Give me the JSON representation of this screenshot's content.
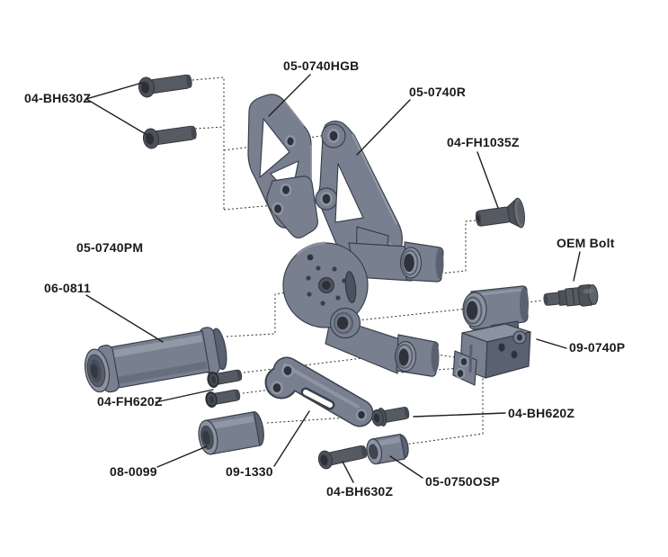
{
  "diagram": {
    "kind": "exploded-assembly-diagram",
    "background": "#ffffff",
    "colors": {
      "part_body": "#788090",
      "part_light": "#8b93a0",
      "part_dark": "#5a6170",
      "outline": "#3a404c",
      "bolt_body": "#565b63",
      "bolt_dark": "#43474e",
      "leader_line": "#1f1f1f",
      "label_text": "#1a1a1a"
    },
    "callouts": [
      {
        "id": "bh630z-top",
        "text": "04-BH630Z"
      },
      {
        "id": "hgb",
        "text": "05-0740HGB"
      },
      {
        "id": "r-bracket",
        "text": "05-0740R"
      },
      {
        "id": "fh1035z",
        "text": "04-FH1035Z"
      },
      {
        "id": "oem-bolt",
        "text": "OEM Bolt"
      },
      {
        "id": "pm",
        "text": "05-0740PM"
      },
      {
        "id": "peg-0811",
        "text": "06-0811"
      },
      {
        "id": "p0740p",
        "text": "09-0740P"
      },
      {
        "id": "fh620z",
        "text": "04-FH620Z"
      },
      {
        "id": "bh620z",
        "text": "04-BH620Z"
      },
      {
        "id": "spacer-0099",
        "text": "08-0099"
      },
      {
        "id": "link-1330",
        "text": "09-1330"
      },
      {
        "id": "bh630z-bottom",
        "text": "04-BH630Z"
      },
      {
        "id": "osp",
        "text": "05-0750OSP"
      }
    ]
  }
}
